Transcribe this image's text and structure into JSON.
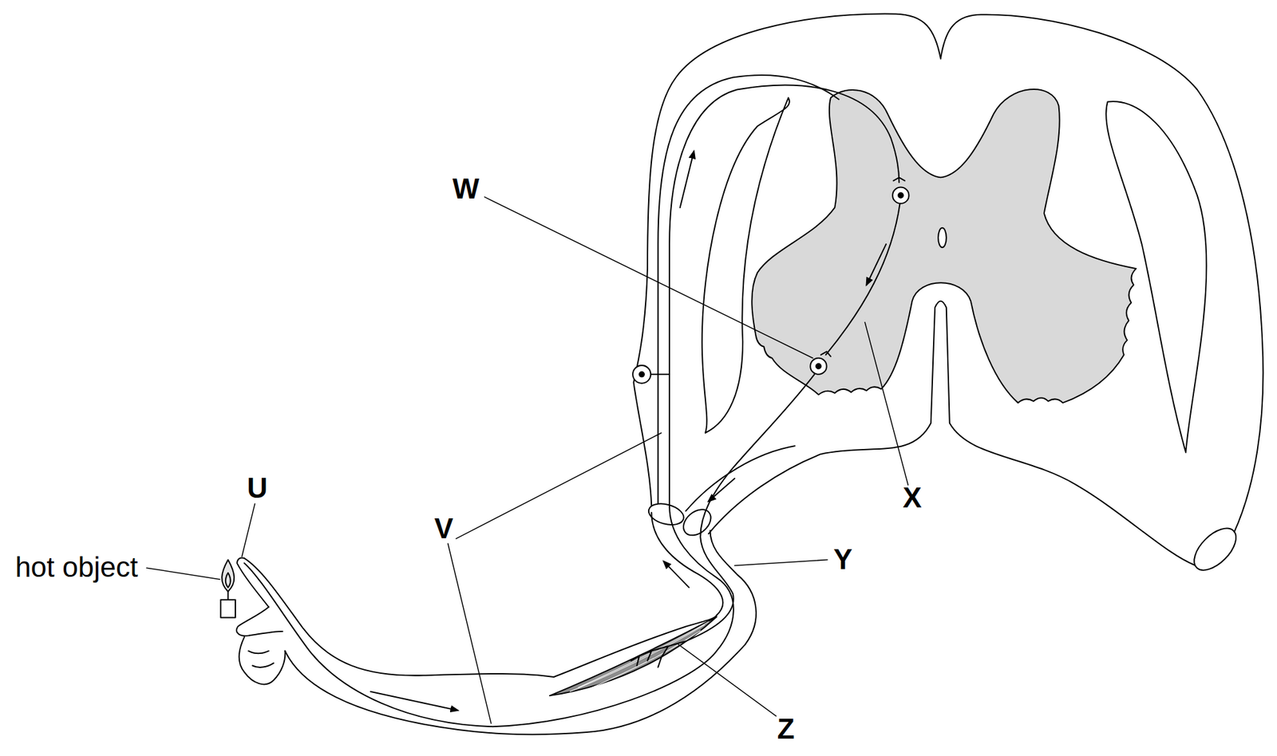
{
  "diagram": {
    "labels": [
      "hot object",
      "U",
      "V",
      "W",
      "X",
      "Y",
      "Z"
    ]
  }
}
